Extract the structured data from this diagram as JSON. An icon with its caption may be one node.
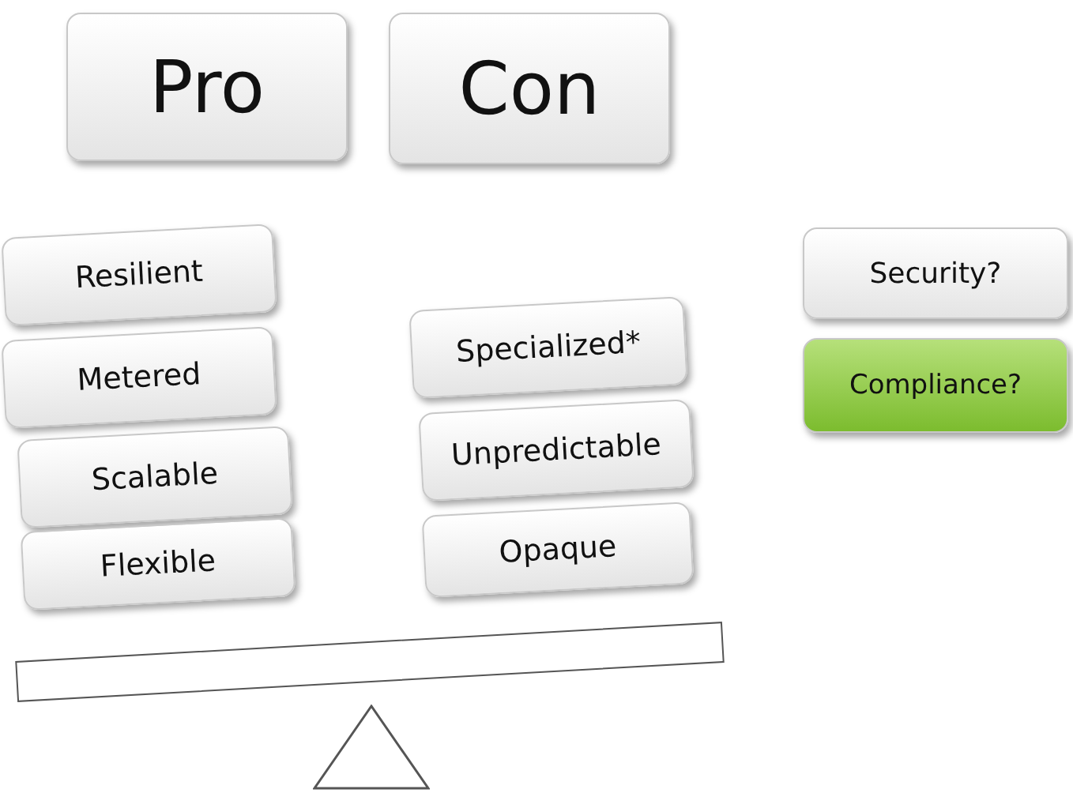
{
  "diagram": {
    "nodes": [
      {
        "text": [
          "Pro"
        ]
      },
      {
        "text": [
          "Con"
        ]
      },
      {
        "text": [
          "Resilient"
        ]
      },
      {
        "text": [
          "Metered"
        ]
      },
      {
        "text": [
          "Scalable"
        ]
      },
      {
        "text": [
          "Flexible"
        ]
      },
      {
        "text": [
          "Specialized*"
        ]
      },
      {
        "text": [
          "Unpredictable"
        ]
      },
      {
        "text": [
          "Opaque"
        ]
      },
      {
        "text": [
          "Security?"
        ]
      },
      {
        "text": [
          "Compliance?"
        ]
      },
      {
        "text": [],
        "shape": "bar"
      },
      {
        "text": [],
        "shape": "triangle"
      }
    ]
  }
}
